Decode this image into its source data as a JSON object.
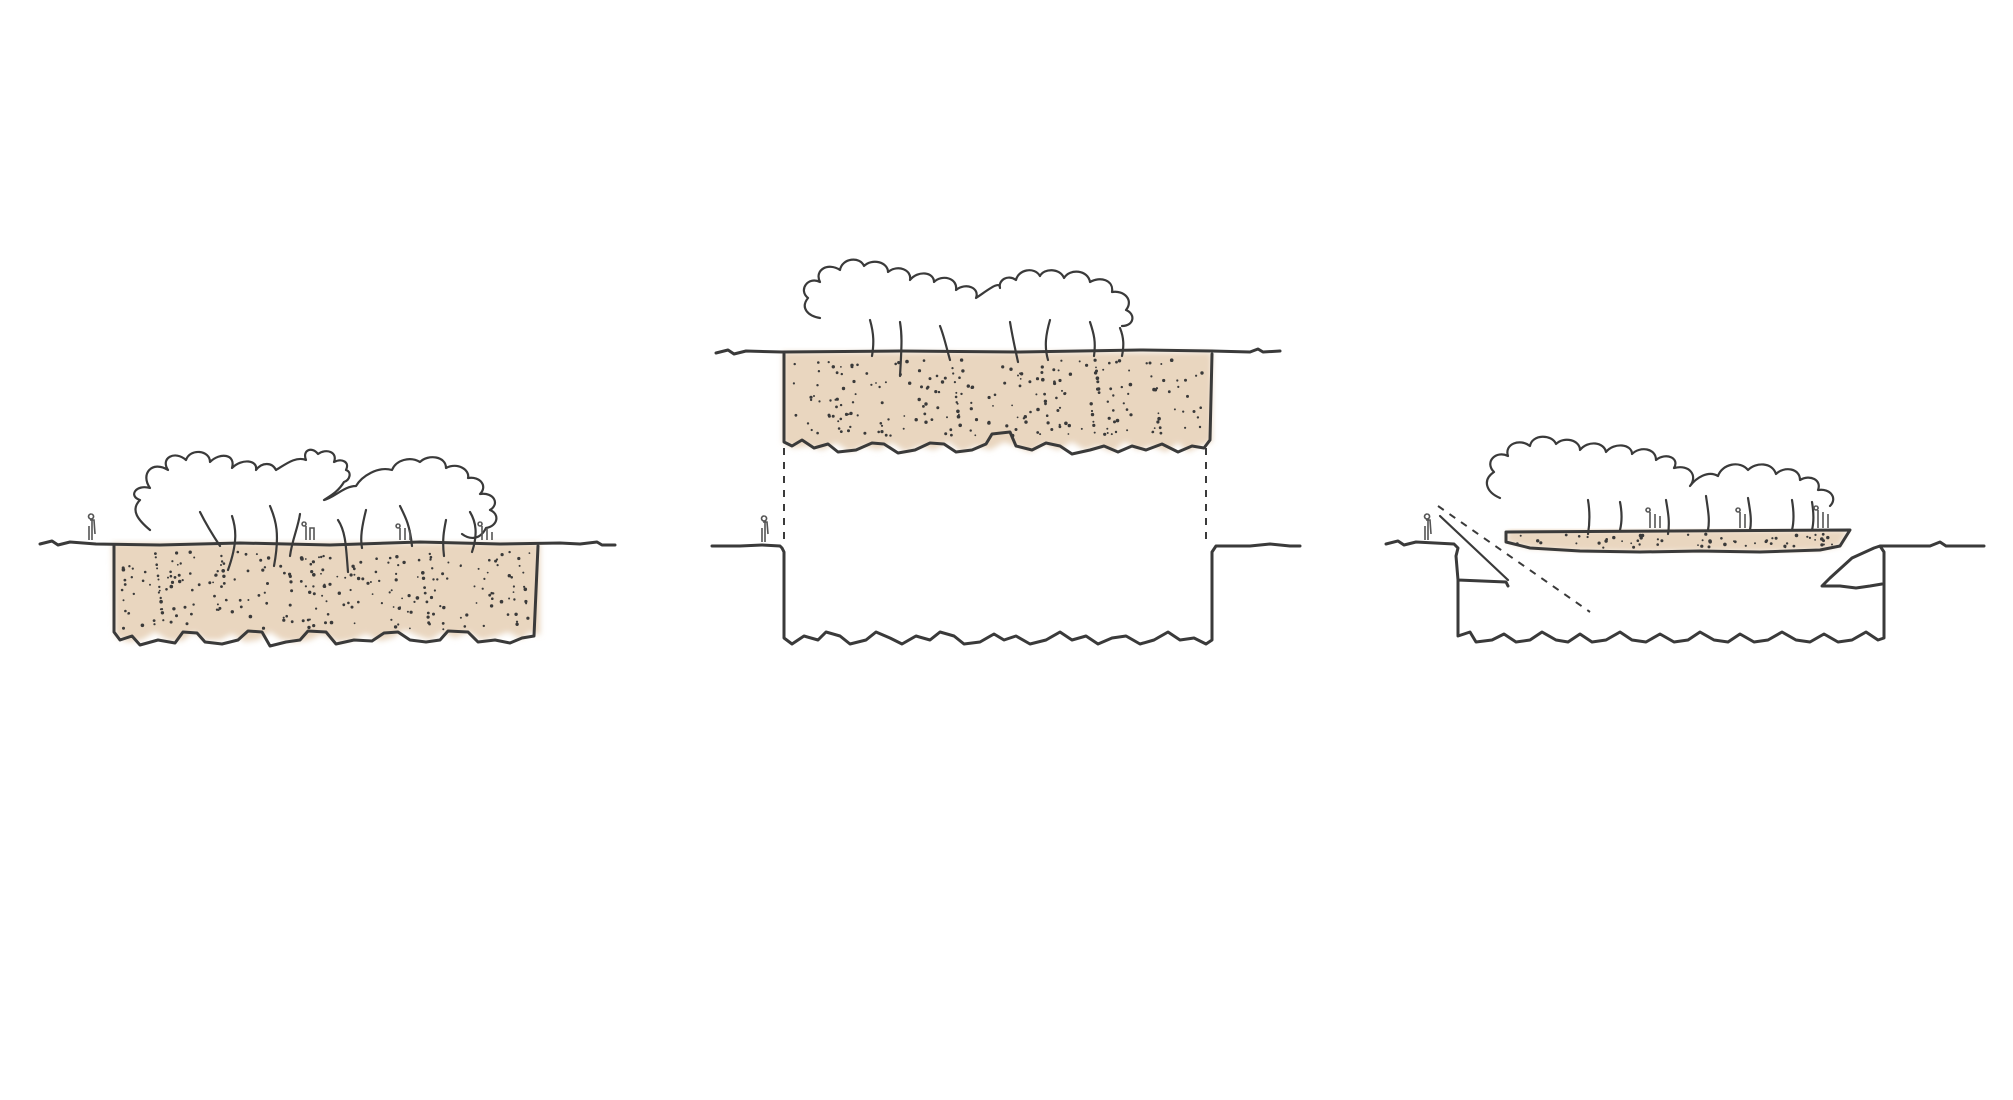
{
  "drawing": {
    "paper_color": "#ffffff",
    "ink_color": "#3a3a3a",
    "soil_color": "#e9d6bf",
    "panels": [
      {
        "id": "grove-on-raised-soil-bed"
      },
      {
        "id": "grove-on-elevated-soil-slab"
      },
      {
        "id": "grove-in-sunken-basin"
      }
    ]
  }
}
